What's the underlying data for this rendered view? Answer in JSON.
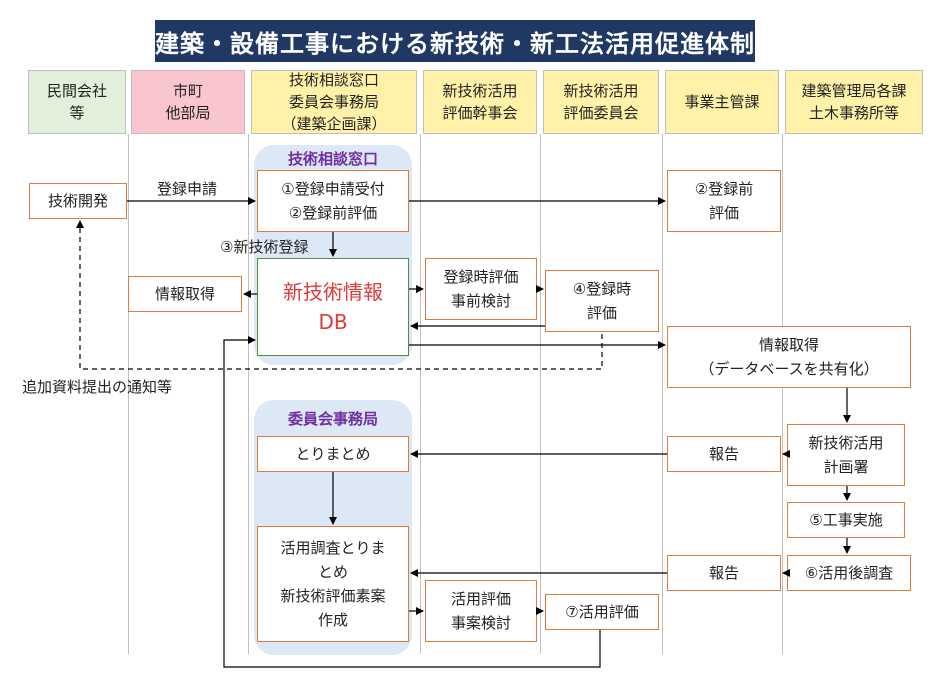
{
  "title": "建築・設備工事における新技術・新工法活用促進体制",
  "lanes": [
    {
      "label": "民間会社\n等",
      "color": "#e2efda"
    },
    {
      "label": "市町\n他部局",
      "color": "#f9c6cf"
    },
    {
      "label": "技術相談窓口\n委員会事務局\n（建築企画課）",
      "color": "#fff2a8"
    },
    {
      "label": "新技術活用\n評価幹事会",
      "color": "#fff2a8"
    },
    {
      "label": "新技術活用\n評価委員会",
      "color": "#fff2a8"
    },
    {
      "label": "事業主管課",
      "color": "#fff2a8"
    },
    {
      "label": "建築管理局各課\n土木事務所等",
      "color": "#fff2a8"
    }
  ],
  "panels": {
    "consult": "技術相談窓口",
    "secretariat": "委員会事務局"
  },
  "boxes": {
    "dev": "技術開発",
    "reception": "①登録申請受付\n②登録前評価",
    "pre_eval": "②登録前\n評価",
    "info_get_city": "情報取得",
    "db": "新技術情報\nDB",
    "reg_review": "登録時評価\n事前検討",
    "reg_eval": "④登録時\n評価",
    "info_share": "情報取得\n（データベースを共有化）",
    "summary": "とりまとめ",
    "report1": "報告",
    "plan": "新技術活用\n計画署",
    "construction": "⑤工事実施",
    "survey_summary": "活用調査とりま\nとめ\n新技術評価素案\n作成",
    "report2": "報告",
    "post_survey": "⑥活用後調査",
    "use_review": "活用評価\n事案検討",
    "use_eval": "⑦活用評価"
  },
  "labels": {
    "apply": "登録申請",
    "register": "③新技術登録",
    "notice": "追加資料提出の通知等"
  },
  "colors": {
    "title_bg": "#1f3864",
    "box_border": "#e07b39",
    "db_text": "#e03a3a",
    "panel_label": "#7030a0"
  }
}
